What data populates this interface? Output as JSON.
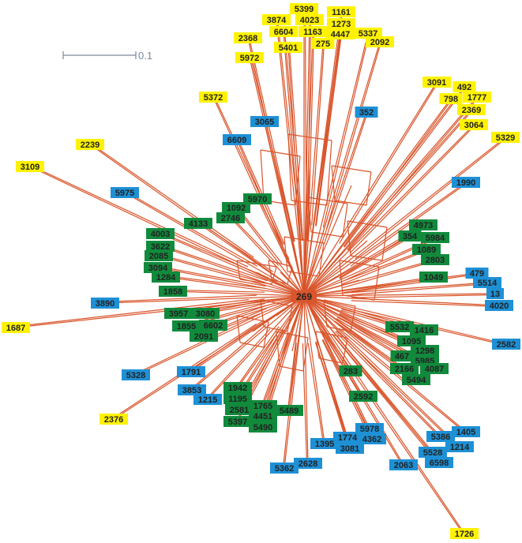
{
  "scale": {
    "text": "0.1"
  },
  "center": {
    "label": "269"
  },
  "colors": {
    "edge": "#d9552b",
    "yellow": "#fff200",
    "blue": "#1e90d6",
    "green": "#118a3c",
    "center": "#d9552b",
    "text": "#222222",
    "scale": "#7a8a9a"
  },
  "nodes": [
    {
      "label": "5399",
      "color": "yellow"
    },
    {
      "label": "1161",
      "color": "yellow"
    },
    {
      "label": "3874",
      "color": "yellow"
    },
    {
      "label": "4023",
      "color": "yellow"
    },
    {
      "label": "1273",
      "color": "yellow"
    },
    {
      "label": "6604",
      "color": "yellow"
    },
    {
      "label": "1163",
      "color": "yellow"
    },
    {
      "label": "4447",
      "color": "yellow"
    },
    {
      "label": "5337",
      "color": "yellow"
    },
    {
      "label": "2368",
      "color": "yellow"
    },
    {
      "label": "5401",
      "color": "yellow"
    },
    {
      "label": "275",
      "color": "yellow"
    },
    {
      "label": "2092",
      "color": "yellow"
    },
    {
      "label": "5972",
      "color": "yellow"
    },
    {
      "label": "3091",
      "color": "yellow"
    },
    {
      "label": "492",
      "color": "yellow"
    },
    {
      "label": "798",
      "color": "yellow"
    },
    {
      "label": "1777",
      "color": "yellow"
    },
    {
      "label": "2369",
      "color": "yellow"
    },
    {
      "label": "3064",
      "color": "yellow"
    },
    {
      "label": "5329",
      "color": "yellow"
    },
    {
      "label": "5372",
      "color": "yellow"
    },
    {
      "label": "2239",
      "color": "yellow"
    },
    {
      "label": "3109",
      "color": "yellow"
    },
    {
      "label": "1687",
      "color": "yellow"
    },
    {
      "label": "2376",
      "color": "yellow"
    },
    {
      "label": "1726",
      "color": "yellow"
    },
    {
      "label": "352",
      "color": "blue"
    },
    {
      "label": "3065",
      "color": "blue"
    },
    {
      "label": "6609",
      "color": "blue"
    },
    {
      "label": "1990",
      "color": "blue"
    },
    {
      "label": "5975",
      "color": "blue"
    },
    {
      "label": "479",
      "color": "blue"
    },
    {
      "label": "5514",
      "color": "blue"
    },
    {
      "label": "13",
      "color": "blue"
    },
    {
      "label": "4020",
      "color": "blue"
    },
    {
      "label": "3890",
      "color": "blue"
    },
    {
      "label": "2582",
      "color": "blue"
    },
    {
      "label": "5328",
      "color": "blue"
    },
    {
      "label": "1791",
      "color": "blue"
    },
    {
      "label": "3853",
      "color": "blue"
    },
    {
      "label": "1215",
      "color": "blue"
    },
    {
      "label": "5978",
      "color": "blue"
    },
    {
      "label": "1774",
      "color": "blue"
    },
    {
      "label": "4362",
      "color": "blue"
    },
    {
      "label": "1395",
      "color": "blue"
    },
    {
      "label": "3081",
      "color": "blue"
    },
    {
      "label": "5362",
      "color": "blue"
    },
    {
      "label": "2628",
      "color": "blue"
    },
    {
      "label": "5386",
      "color": "blue"
    },
    {
      "label": "1405",
      "color": "blue"
    },
    {
      "label": "5528",
      "color": "blue"
    },
    {
      "label": "1214",
      "color": "blue"
    },
    {
      "label": "6598",
      "color": "blue"
    },
    {
      "label": "2063",
      "color": "blue"
    },
    {
      "label": "5970",
      "color": "green"
    },
    {
      "label": "1092",
      "color": "green"
    },
    {
      "label": "2746",
      "color": "green"
    },
    {
      "label": "4133",
      "color": "green"
    },
    {
      "label": "4003",
      "color": "green"
    },
    {
      "label": "3622",
      "color": "green"
    },
    {
      "label": "2085",
      "color": "green"
    },
    {
      "label": "3094",
      "color": "green"
    },
    {
      "label": "1284",
      "color": "green"
    },
    {
      "label": "1858",
      "color": "green"
    },
    {
      "label": "4973",
      "color": "green"
    },
    {
      "label": "354",
      "color": "green"
    },
    {
      "label": "5984",
      "color": "green"
    },
    {
      "label": "1089",
      "color": "green"
    },
    {
      "label": "2803",
      "color": "green"
    },
    {
      "label": "1049",
      "color": "green"
    },
    {
      "label": "3957",
      "color": "green"
    },
    {
      "label": "3080",
      "color": "green"
    },
    {
      "label": "1855",
      "color": "green"
    },
    {
      "label": "6602",
      "color": "green"
    },
    {
      "label": "2091",
      "color": "green"
    },
    {
      "label": "5532",
      "color": "green"
    },
    {
      "label": "1416",
      "color": "green"
    },
    {
      "label": "1095",
      "color": "green"
    },
    {
      "label": "1298",
      "color": "green"
    },
    {
      "label": "467",
      "color": "green"
    },
    {
      "label": "5985",
      "color": "green"
    },
    {
      "label": "2166",
      "color": "green"
    },
    {
      "label": "4087",
      "color": "green"
    },
    {
      "label": "5494",
      "color": "green"
    },
    {
      "label": "283",
      "color": "green"
    },
    {
      "label": "2592",
      "color": "green"
    },
    {
      "label": "1942",
      "color": "green"
    },
    {
      "label": "1195",
      "color": "green"
    },
    {
      "label": "1765",
      "color": "green"
    },
    {
      "label": "2581",
      "color": "green"
    },
    {
      "label": "4451",
      "color": "green"
    },
    {
      "label": "5397",
      "color": "green"
    },
    {
      "label": "5490",
      "color": "green"
    },
    {
      "label": "5489",
      "color": "green"
    }
  ]
}
